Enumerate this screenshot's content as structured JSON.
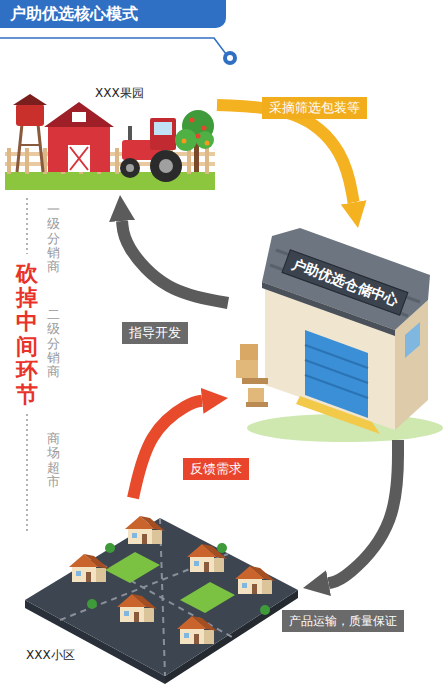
{
  "diagram": {
    "title": "户助优选核心模式",
    "nodes": [
      {
        "text": [
          "XXX果园"
        ]
      },
      {
        "text": [
          "户助优选仓储中心"
        ]
      },
      {
        "text": [
          "XXX小区"
        ]
      }
    ],
    "edges": [
      {
        "from": 0,
        "to": 1,
        "label": "采摘筛选包装等",
        "arrow": "to"
      },
      {
        "from": 1,
        "to": 0,
        "label": "指导开发",
        "arrow": "to"
      },
      {
        "from": 2,
        "to": 1,
        "label": "反馈需求",
        "arrow": "to"
      },
      {
        "from": 1,
        "to": 2,
        "label": "产品运输，质量保证",
        "arrow": "to"
      }
    ],
    "labels": [
      "砍掉中间环节",
      "一级分销商",
      "二级分销商",
      "商场超市"
    ]
  }
}
